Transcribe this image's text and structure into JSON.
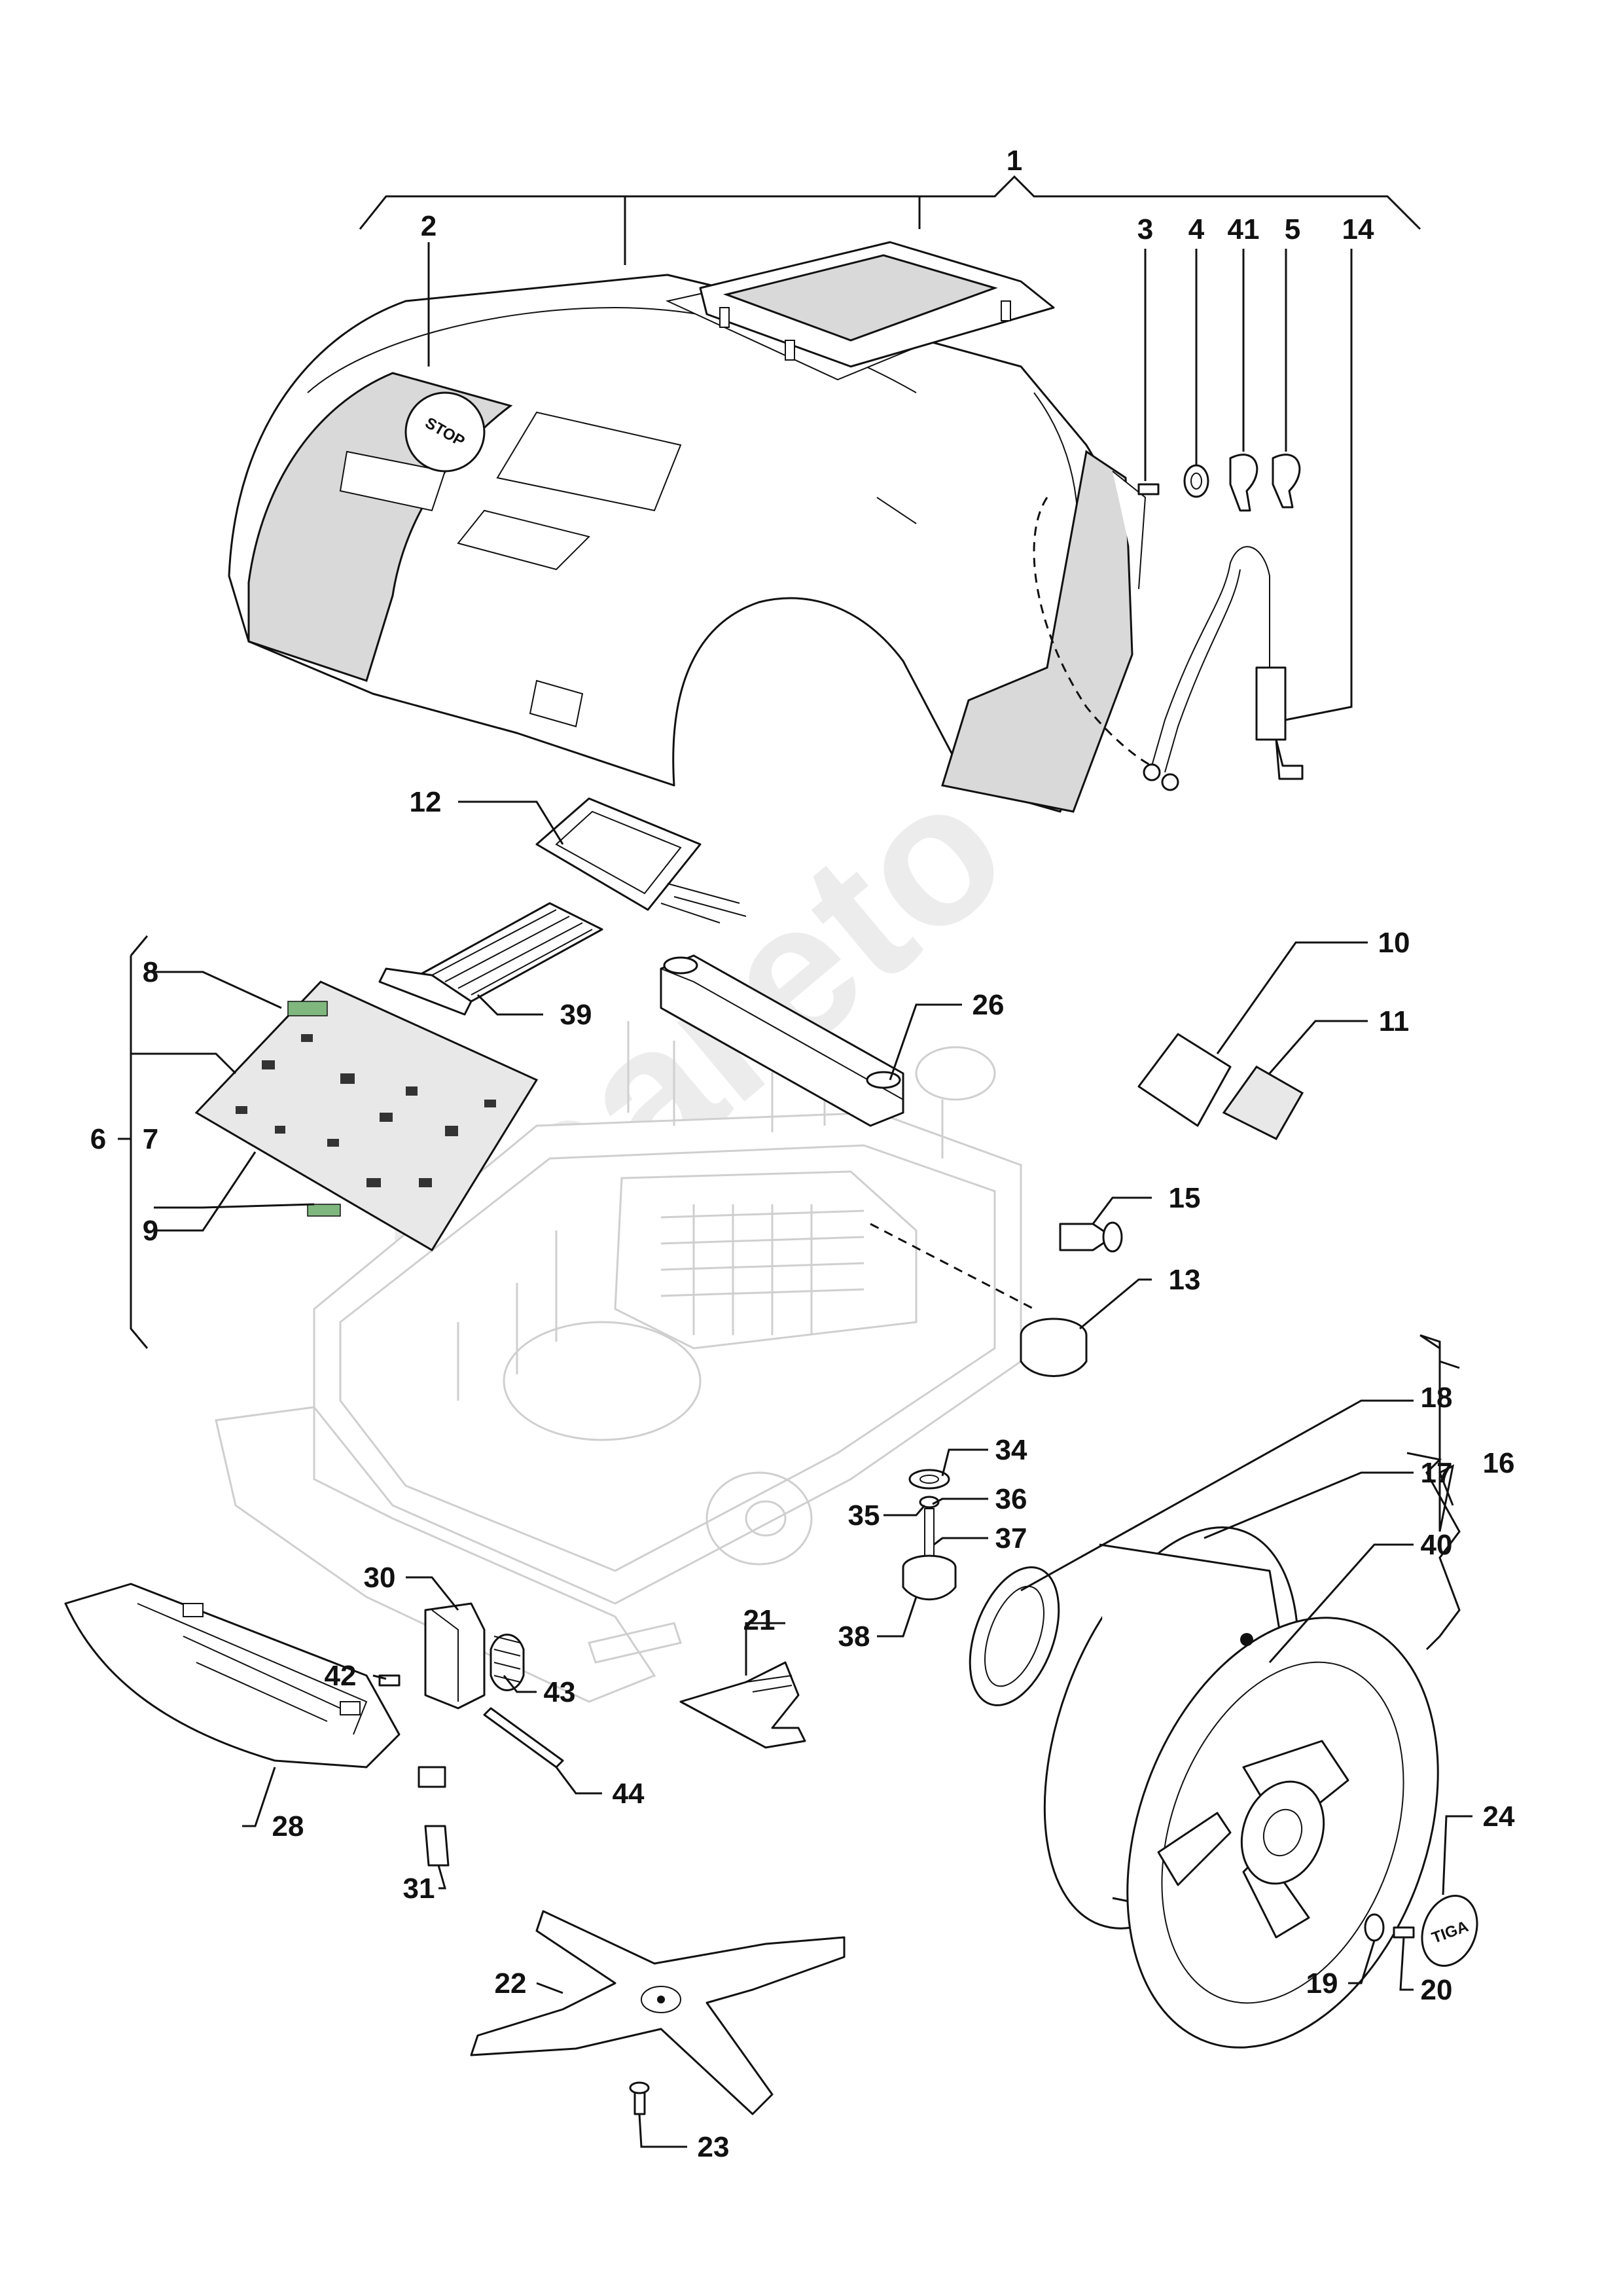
{
  "diagram": {
    "watermark": "Spareto",
    "stop_button_text": "STOP",
    "wheel_cap_text": "TIGA",
    "labels": {
      "l1": "1",
      "l2": "2",
      "l3": "3",
      "l4": "4",
      "l41": "41",
      "l5": "5",
      "l14": "14",
      "l12": "12",
      "l39": "39",
      "l8": "8",
      "l6": "6",
      "l7": "7",
      "l9": "9",
      "l26": "26",
      "l10": "10",
      "l11": "11",
      "l15": "15",
      "l13": "13",
      "l18": "18",
      "l16": "16",
      "l17": "17",
      "l34": "34",
      "l35": "35",
      "l36": "36",
      "l37": "37",
      "l38": "38",
      "l40": "40",
      "l30": "30",
      "l42": "42",
      "l43": "43",
      "l21": "21",
      "l44": "44",
      "l28": "28",
      "l31": "31",
      "l24": "24",
      "l22": "22",
      "l19": "19",
      "l20": "20",
      "l23": "23"
    }
  }
}
